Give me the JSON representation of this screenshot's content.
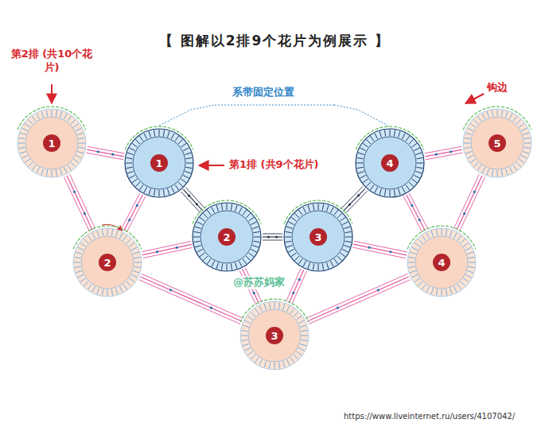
{
  "diagram": {
    "title": "【 图解以2排9个花片为例展示 】",
    "nodes": [
      {
        "text": [
          "1"
        ]
      },
      {
        "text": [
          "1"
        ]
      },
      {
        "text": [
          "4"
        ]
      },
      {
        "text": [
          "5"
        ]
      },
      {
        "text": [
          "2"
        ]
      },
      {
        "text": [
          "3"
        ]
      },
      {
        "text": [
          "2"
        ]
      },
      {
        "text": [
          "4"
        ]
      },
      {
        "text": [
          "3"
        ]
      }
    ],
    "edges": [
      {
        "from": 0,
        "to": 1,
        "arrow": "none"
      },
      {
        "from": 0,
        "to": 6,
        "arrow": "none"
      },
      {
        "from": 6,
        "to": 1,
        "arrow": "none"
      },
      {
        "from": 6,
        "to": 4,
        "arrow": "none"
      },
      {
        "from": 6,
        "to": 8,
        "arrow": "none"
      },
      {
        "from": 1,
        "to": 4,
        "arrow": "none"
      },
      {
        "from": 4,
        "to": 5,
        "arrow": "none"
      },
      {
        "from": 5,
        "to": 2,
        "arrow": "none"
      },
      {
        "from": 8,
        "to": 4,
        "arrow": "none"
      },
      {
        "from": 8,
        "to": 5,
        "arrow": "none"
      },
      {
        "from": 8,
        "to": 7,
        "arrow": "none"
      },
      {
        "from": 7,
        "to": 5,
        "arrow": "none"
      },
      {
        "from": 7,
        "to": 2,
        "arrow": "none"
      },
      {
        "from": 7,
        "to": 3,
        "arrow": "none"
      },
      {
        "from": 3,
        "to": 2,
        "arrow": "none"
      }
    ],
    "labels": [
      "第2排 (共10个花片)",
      "第1排 (共9个花片)",
      "系带固定位置",
      "钩边",
      "@苏苏妈家",
      "https://www.liveinternet.ru/users/4107042/"
    ]
  }
}
